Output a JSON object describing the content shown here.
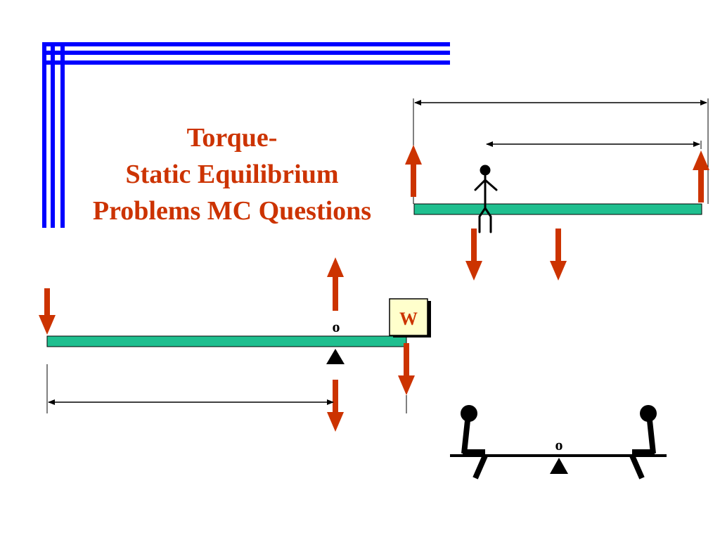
{
  "slide": {
    "title_lines": [
      "Torque-",
      "Static Equilibrium",
      "Problems MC Questions"
    ]
  },
  "lever_diagram": {
    "weight_label": "W",
    "pivot_label": "o"
  },
  "seesaw_diagram": {
    "pivot_label": "o"
  },
  "colors": {
    "title": "#cc3300",
    "frame_blue": "#0000ff",
    "beam_green": "#1fbf8f",
    "arrow_red": "#cc3300",
    "weight_box_fill": "#ffffcc"
  }
}
